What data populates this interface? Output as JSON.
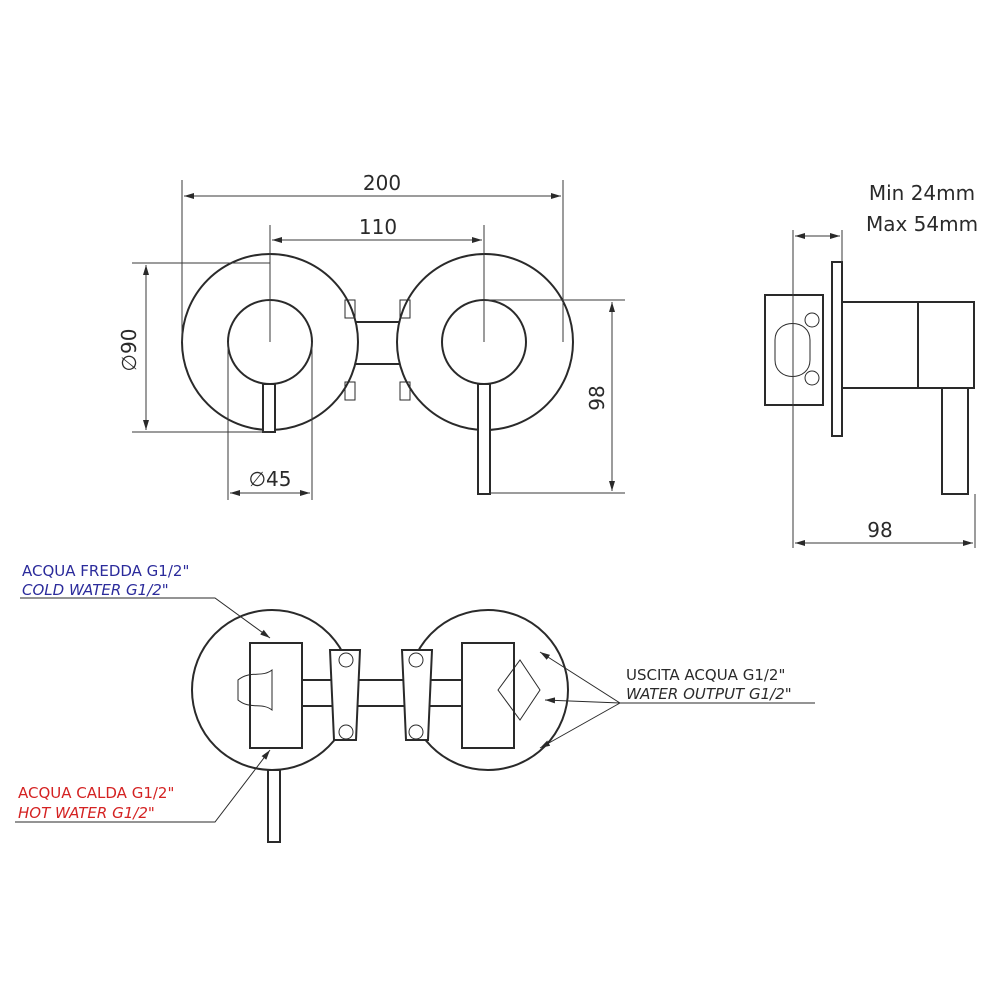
{
  "dimensions": {
    "overall_width": "200",
    "center_distance": "110",
    "plate_diameter": "90",
    "handle_diameter": "45",
    "height": "98",
    "depth": "98",
    "min_depth": "Min 24mm",
    "max_depth": "Max 54mm",
    "diameter_symbol": "∅"
  },
  "labels": {
    "cold_it": "ACQUA FREDDA G1/2\"",
    "cold_en": "COLD WATER G1/2\"",
    "hot_it": "ACQUA CALDA G1/2\"",
    "hot_en": "HOT WATER G1/2\"",
    "out_it": "USCITA ACQUA G1/2\"",
    "out_en": "WATER OUTPUT G1/2\""
  },
  "colors": {
    "line": "#2a2a2a",
    "cold": "#2b2b9b",
    "hot": "#d42222"
  }
}
